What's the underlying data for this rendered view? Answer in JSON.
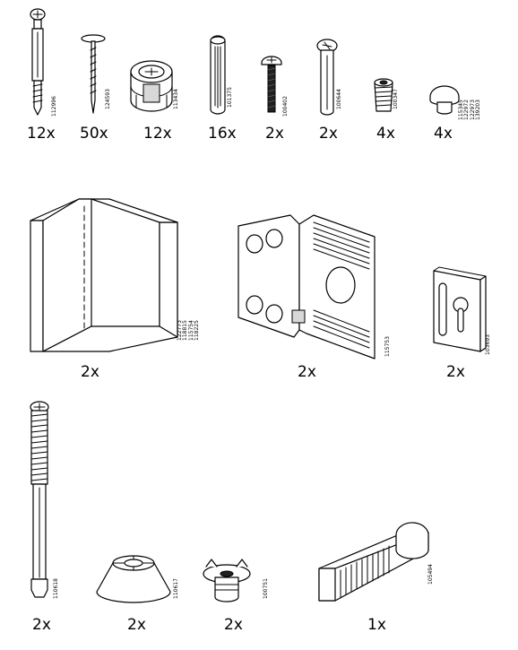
{
  "parts": [
    {
      "id": "cam-bolt-dowel",
      "qty": "12x",
      "codes": [
        "112996"
      ]
    },
    {
      "id": "nail",
      "qty": "50x",
      "codes": [
        "124593"
      ]
    },
    {
      "id": "cam-lock",
      "qty": "12x",
      "codes": [
        "113434"
      ]
    },
    {
      "id": "wood-dowel",
      "qty": "16x",
      "codes": [
        "101375"
      ]
    },
    {
      "id": "screw-dark",
      "qty": "2x",
      "codes": [
        "100402"
      ]
    },
    {
      "id": "barrel-pin",
      "qty": "2x",
      "codes": [
        "100644"
      ]
    },
    {
      "id": "insert-nut",
      "qty": "4x",
      "codes": [
        "100347"
      ]
    },
    {
      "id": "cap",
      "qty": "4x",
      "codes": [
        "115345",
        "122972",
        "122973",
        "139203"
      ]
    },
    {
      "id": "corner-block",
      "qty": "2x",
      "codes": [
        "122773",
        "118815",
        "115754",
        "118225"
      ]
    },
    {
      "id": "angle-bracket",
      "qty": "2x",
      "codes": [
        "115753"
      ]
    },
    {
      "id": "keyhole-plate",
      "qty": "2x",
      "codes": [
        "103693"
      ]
    },
    {
      "id": "long-bolt",
      "qty": "2x",
      "codes": [
        "110618"
      ]
    },
    {
      "id": "cone-foot",
      "qty": "2x",
      "codes": [
        "110617"
      ]
    },
    {
      "id": "tee-nut",
      "qty": "2x",
      "codes": [
        "100751"
      ]
    },
    {
      "id": "wedge",
      "qty": "1x",
      "codes": [
        "105494"
      ]
    }
  ]
}
